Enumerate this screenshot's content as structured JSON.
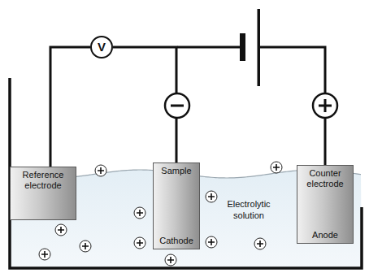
{
  "diagram": {
    "nodes": [
      {
        "text": [
          "V"
        ]
      },
      {
        "text": [
          "Reference electrode"
        ]
      },
      {
        "text": [
          "Sample",
          "Cathode"
        ]
      },
      {
        "text": [
          "Counter electrode",
          "Anode"
        ]
      }
    ],
    "edges": [
      {
        "from": 0,
        "to": 1,
        "arrow": "none"
      },
      {
        "from": 0,
        "to": 2,
        "arrow": "none"
      }
    ],
    "labels": [
      "Electrolytic solution"
    ]
  }
}
